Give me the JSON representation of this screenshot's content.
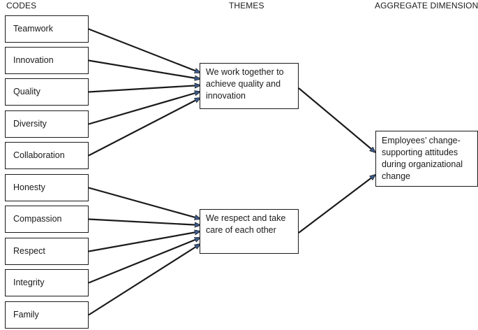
{
  "headers": {
    "codes": "CODES",
    "themes": "THEMES",
    "aggregate": "AGGREGATE DIMENSION"
  },
  "codes": [
    {
      "label": "Teamwork",
      "theme": 0
    },
    {
      "label": "Innovation",
      "theme": 0
    },
    {
      "label": "Quality",
      "theme": 0
    },
    {
      "label": "Diversity",
      "theme": 0
    },
    {
      "label": "Collaboration",
      "theme": 0
    },
    {
      "label": "Honesty",
      "theme": 1
    },
    {
      "label": "Compassion",
      "theme": 1
    },
    {
      "label": "Respect",
      "theme": 1
    },
    {
      "label": "Integrity",
      "theme": 1
    },
    {
      "label": "Family",
      "theme": 1
    }
  ],
  "themes": [
    {
      "label": "We work together to achieve quality and innovation"
    },
    {
      "label": "We respect and take care of each other"
    }
  ],
  "aggregate": {
    "label": "Employees’ change-supporting attitudes during organizational change"
  },
  "colors": {
    "line": "#1a1a1a",
    "arrowhead": "#3a5a8a",
    "arrowhead_stroke": "#1a1a1a"
  }
}
